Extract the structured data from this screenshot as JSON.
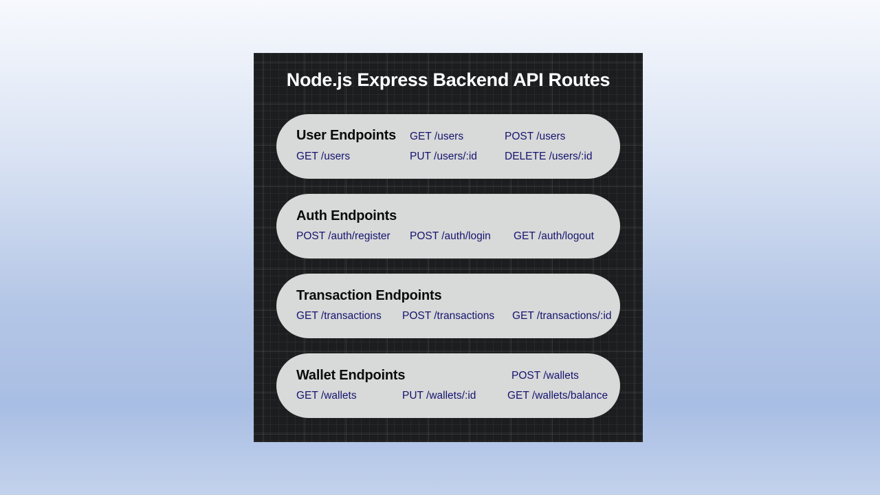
{
  "title": "Node.js Express Backend API Routes",
  "colors": {
    "panel_background": "#1c1d1e",
    "card_background": "#d8d9d9",
    "route_text": "#14146e",
    "title_text": "#ffffff"
  },
  "groups": {
    "user": {
      "title": "User Endpoints",
      "routes": [
        "GET /users",
        "POST /users",
        "GET /users",
        "PUT /users/:id",
        "DELETE /users/:id"
      ]
    },
    "auth": {
      "title": "Auth Endpoints",
      "routes": [
        "POST /auth/register",
        "POST /auth/login",
        "GET /auth/logout"
      ]
    },
    "transaction": {
      "title": "Transaction Endpoints",
      "routes": [
        "GET /transactions",
        "POST /transactions",
        "GET /transactions/:id"
      ]
    },
    "wallet": {
      "title": "Wallet Endpoints",
      "routes": [
        "POST /wallets",
        "GET /wallets",
        "PUT /wallets/:id",
        "GET /wallets/balance"
      ]
    }
  }
}
